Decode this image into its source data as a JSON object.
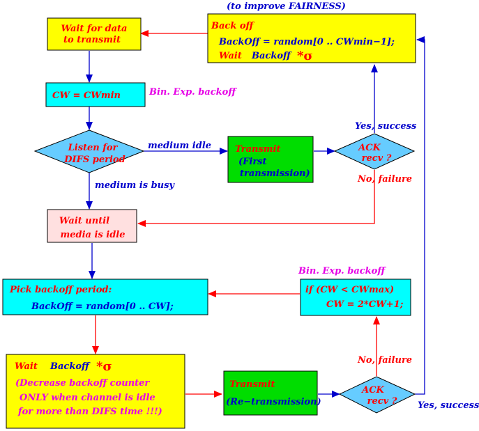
{
  "top_note": "(to improve FAIRNESS)",
  "wait_data": [
    "Wait for data",
    "to transmit"
  ],
  "backoff_top": {
    "title": "Back off",
    "formula": "BackOff = random[0 .. CWmin−1];",
    "wait_label": "Wait",
    "wait_var": "Backoff",
    "sigma": "*σ"
  },
  "cw_init": "CW = CWmin",
  "bin_exp_1": "Bin. Exp. backoff",
  "listen": [
    "Listen for",
    "DIFS period"
  ],
  "medium_idle": "medium idle",
  "medium_busy": "medium is busy",
  "transmit_first": {
    "title": "Transmit",
    "line1": "(First",
    "line2": "transmission)"
  },
  "ack1": [
    "ACK",
    "recv ?"
  ],
  "yes_success_1": "Yes, success",
  "no_failure_1": "No, failure",
  "wait_idle": [
    "Wait until",
    "media is idle"
  ],
  "pick_backoff": {
    "title": "Pick backoff period:",
    "formula": "BackOff = random[0 .. CW];"
  },
  "bin_exp_2": "Bin. Exp. backoff",
  "cw_update": [
    "if (CW < CWmax)",
    "CW = 2*CW+1;"
  ],
  "wait_bottom": {
    "wait_label": "Wait",
    "wait_var": "Backoff",
    "sigma": "*σ",
    "lines": [
      "(Decrease backoff counter",
      "ONLY when channel is idle",
      "for more than DIFS time !!!)"
    ]
  },
  "transmit_retx": {
    "title": "Transmit",
    "line1": "(Re−transmission)"
  },
  "ack2": [
    "ACK",
    "recv ?"
  ],
  "no_failure_2": "No, failure",
  "yes_success_2": "Yes, success",
  "colors": {
    "yellow": "#ffff00",
    "cyan": "#00ffff",
    "green": "#00dd00",
    "pink": "#ffe0e0",
    "diamond": "#66ccff",
    "red": "#ff0000",
    "blue": "#0000cc",
    "magenta": "#e600e6"
  }
}
